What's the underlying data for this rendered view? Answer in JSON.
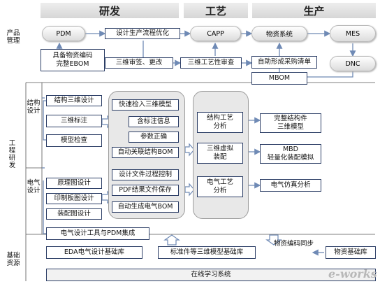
{
  "headers": {
    "rd": "研发",
    "process": "工艺",
    "production": "生产"
  },
  "side": {
    "product_mgmt": "产品\n管理",
    "engineering_rd": "工程研发",
    "structural_design": "结构\n设计",
    "electrical_design": "电气\n设计",
    "base_resources": "基础\n资源"
  },
  "top": {
    "pdm": "PDM",
    "design_flow": "设计生产流程优化",
    "capp": "CAPP",
    "material_system": "物资系统",
    "mes": "MES",
    "dnc": "DNC",
    "ebom": "具备物资编码\n完整EBOM",
    "review": "三维审签、更改",
    "process_review": "三维工艺性审查",
    "auto_purchase": "自助形成采购清单",
    "mbom": "MBOM"
  },
  "structure": {
    "design3d": "结构三维设计",
    "annotate3d": "三维标注",
    "model_check": "模型检查",
    "fast_import": "快速检入三维模型",
    "annotation_info": "含标注信息",
    "param_correct": "参数正确",
    "auto_bom": "自动关联结构BOM"
  },
  "electrical": {
    "schematic": "原理图设计",
    "pcb": "印制板图设计",
    "assembly": "装配图设计",
    "integration": "电气设计工具与PDM集成",
    "file_control": "设计文件过程控制",
    "pdf_save": "PDF结果文件保存",
    "auto_ebom": "自动生成电气BOM"
  },
  "analysis": {
    "struct_process": "结构工艺\n分析",
    "virtual_assembly": "三维虚拟\n装配",
    "elec_process": "电气工艺\n分析",
    "complete_model": "完整结构件\n三维模型",
    "mbd": "MBD\n轻量化装配模拟",
    "elec_sim": "电气仿真分析"
  },
  "base": {
    "eda_lib": "EDA电气设计基础库",
    "std_lib": "标准件等三维模型基础库",
    "code_sync": "物资编码同步",
    "material_lib": "物资基础库",
    "online_learning": "在线学习系统"
  },
  "watermark": "e-works",
  "colors": {
    "border": "#2c3e66",
    "arrow": "#6f8ab5",
    "arrow_fill": "#ffffff"
  }
}
